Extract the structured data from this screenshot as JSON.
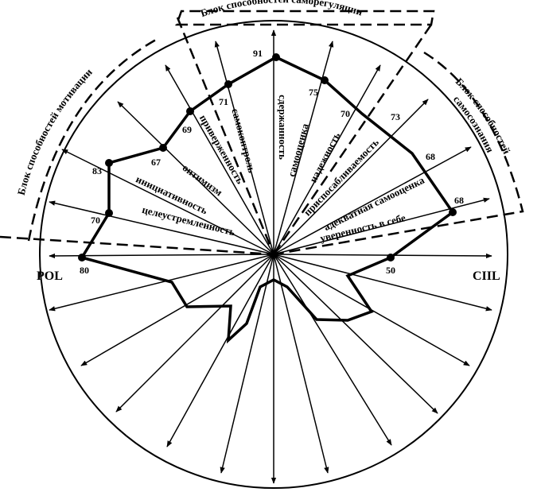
{
  "blocks": {
    "self_regulation": "Блок способностей саморегуляции",
    "self_awareness_line1": "Блок способностей",
    "self_awareness_line2": "самосознания",
    "motivation": "Блок способностей мотивации"
  },
  "poles": {
    "left": "POL",
    "right": "CIIL"
  },
  "axes": [
    {
      "label": "целеустремленность",
      "value": "70"
    },
    {
      "label": "инициативность",
      "value": "83"
    },
    {
      "label": "оптимизм",
      "value": "67"
    },
    {
      "label": "приверженность",
      "value": "69"
    },
    {
      "label": "самоконтроль",
      "value": "71"
    },
    {
      "label": "сдержанность",
      "value": "91"
    },
    {
      "label": "самооценка",
      "value": "75"
    },
    {
      "label": "надежность",
      "value": "70"
    },
    {
      "label": "приспосабливаемость",
      "value": "73"
    },
    {
      "label": "адекватная самооценка",
      "value": "68"
    },
    {
      "label": "уверенность в себе",
      "value": "68"
    }
  ],
  "pole_values": {
    "left": "80",
    "right": "50"
  }
}
